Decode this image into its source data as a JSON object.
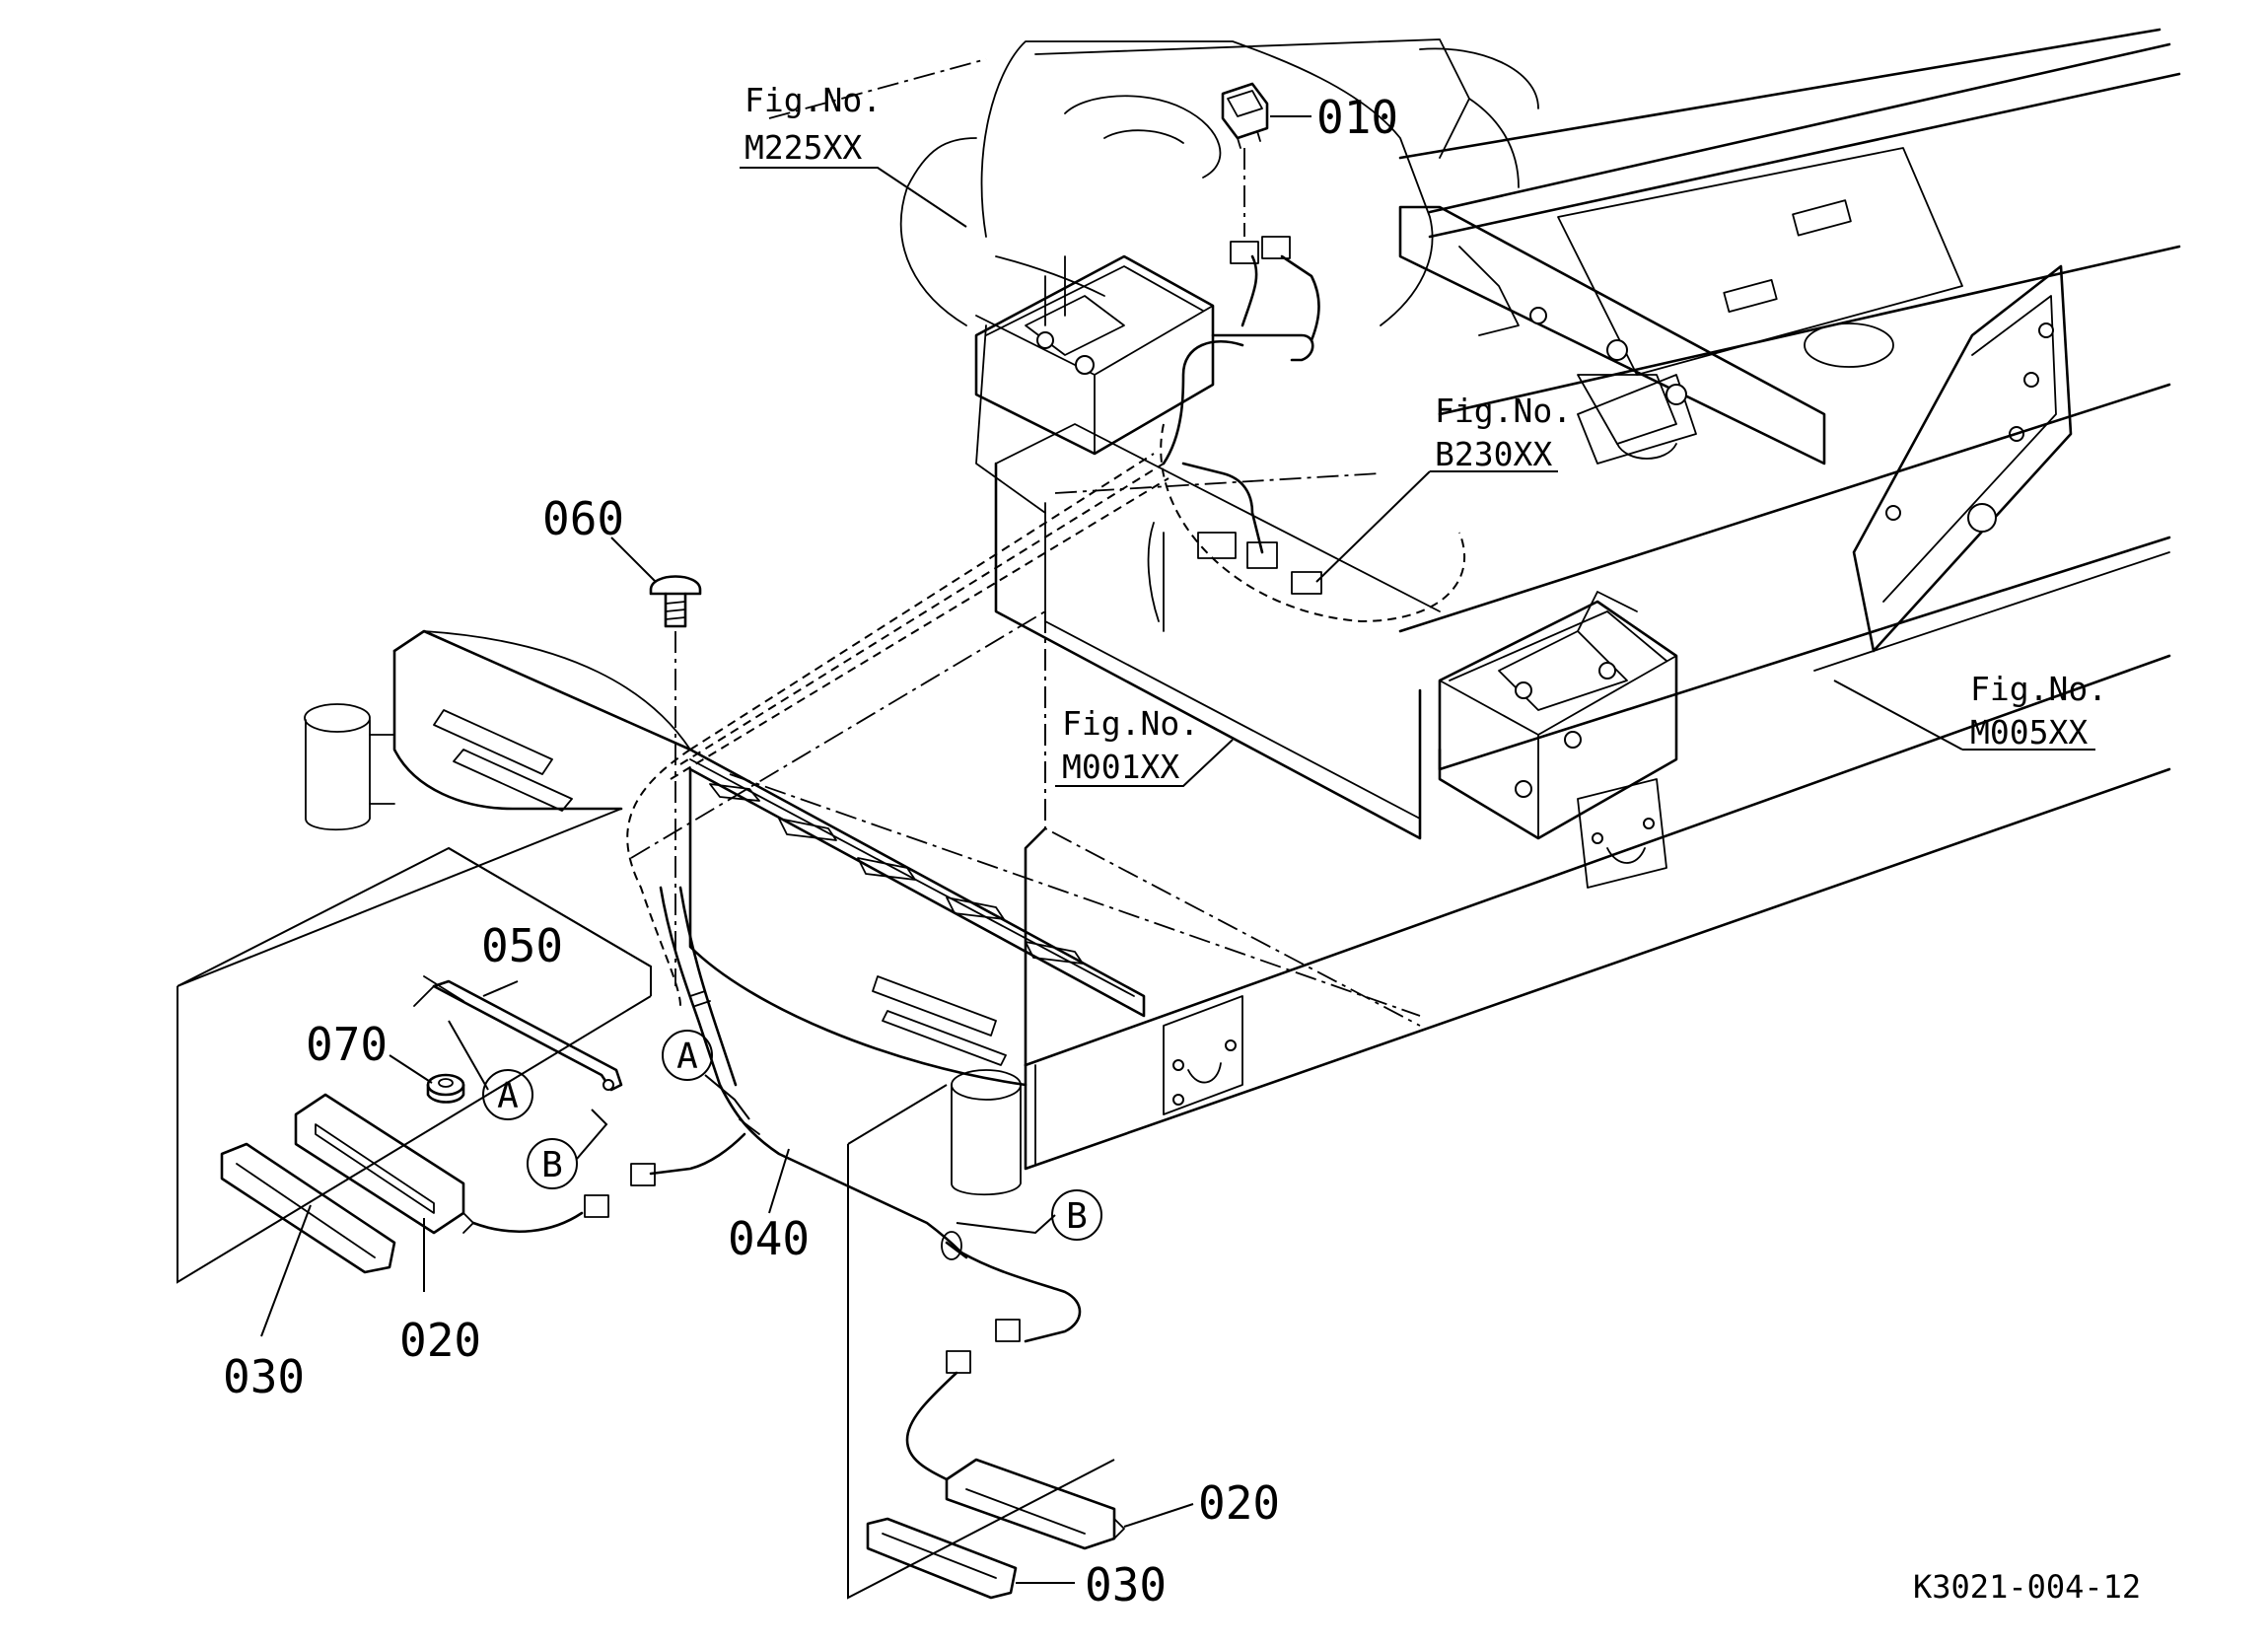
{
  "diagram_id": "K3021-004-12",
  "figure_refs": [
    {
      "line1": "Fig.No.",
      "line2": "M225XX"
    },
    {
      "line1": "Fig.No.",
      "line2": "B230XX"
    },
    {
      "line1": "Fig.No.",
      "line2": "M001XX"
    },
    {
      "line1": "Fig.No.",
      "line2": "M005XX"
    }
  ],
  "parts": {
    "p010": "010",
    "p020": "020",
    "p030": "030",
    "p040": "040",
    "p050": "050",
    "p060": "060",
    "p070": "070"
  },
  "callouts": {
    "A": "A",
    "B": "B"
  }
}
